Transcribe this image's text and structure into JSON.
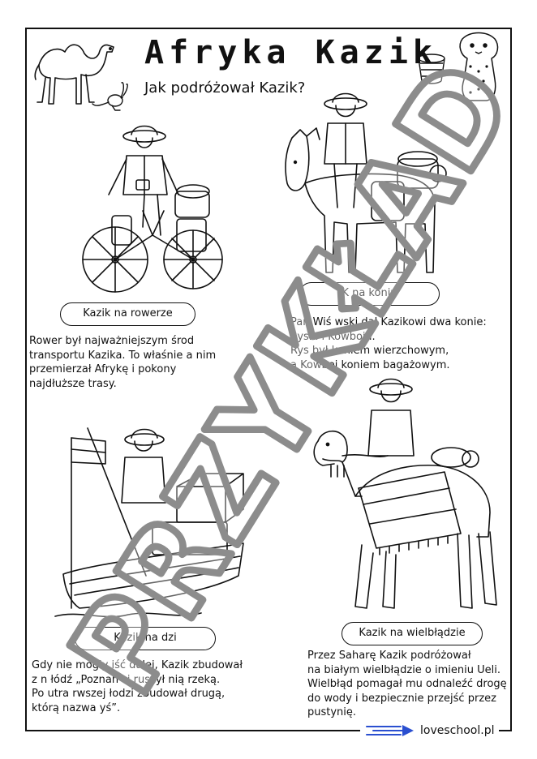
{
  "header": {
    "title": "Afryka Kazik",
    "subtitle": "Jak podróżował Kazik?"
  },
  "sections": [
    {
      "label": "Kazik na rowerze",
      "icon": "bicycle-illustration",
      "lines": [
        "Rower był najważniejszym środ",
        "transportu Kazika. To właśnie   a nim",
        "przemierzał Afrykę i pokony",
        "najdłuższe trasy."
      ]
    },
    {
      "label": "K      na koniu",
      "icon": "horse-illustration",
      "lines": [
        "Pan Wiś   wski dał Kazikowi dwa konie:",
        "   Rysia  i Kowboja.",
        "Rys był koniem wierzchowym,",
        "a Kowboj koniem bagażowym."
      ]
    },
    {
      "label": "Kazik na     dzi",
      "icon": "boat-illustration",
      "lines": [
        "Gdy     nie   mogły iść dalej, Kazik zbudował",
        "z        n łódź „Poznań” i ruszył nią rzeką.",
        "Po utra         rwszej łodzi zbudował drugą,",
        "którą nazwa       yś”."
      ]
    },
    {
      "label": "Kazik na wielbłądzie",
      "icon": "camel-illustration",
      "lines": [
        "Przez Saharę Kazik podróżował",
        "na białym wielbłądzie o imieniu Ueli.",
        "Wielbłąd pomagał mu odnaleźć drogę",
        "do wody i bezpiecznie przejść przez",
        "pustynię."
      ]
    }
  ],
  "watermark": {
    "text": "PRZYKŁAD",
    "color": "#8c8c8c"
  },
  "footer": {
    "brand": "loveschool.pl",
    "accent": "#2a4fd0"
  },
  "decor": {
    "top_left": "camel-icon",
    "top_left_small": "jerboa-icon",
    "top_right": "cheetah-icon",
    "top_right_small": "drum-icon"
  }
}
